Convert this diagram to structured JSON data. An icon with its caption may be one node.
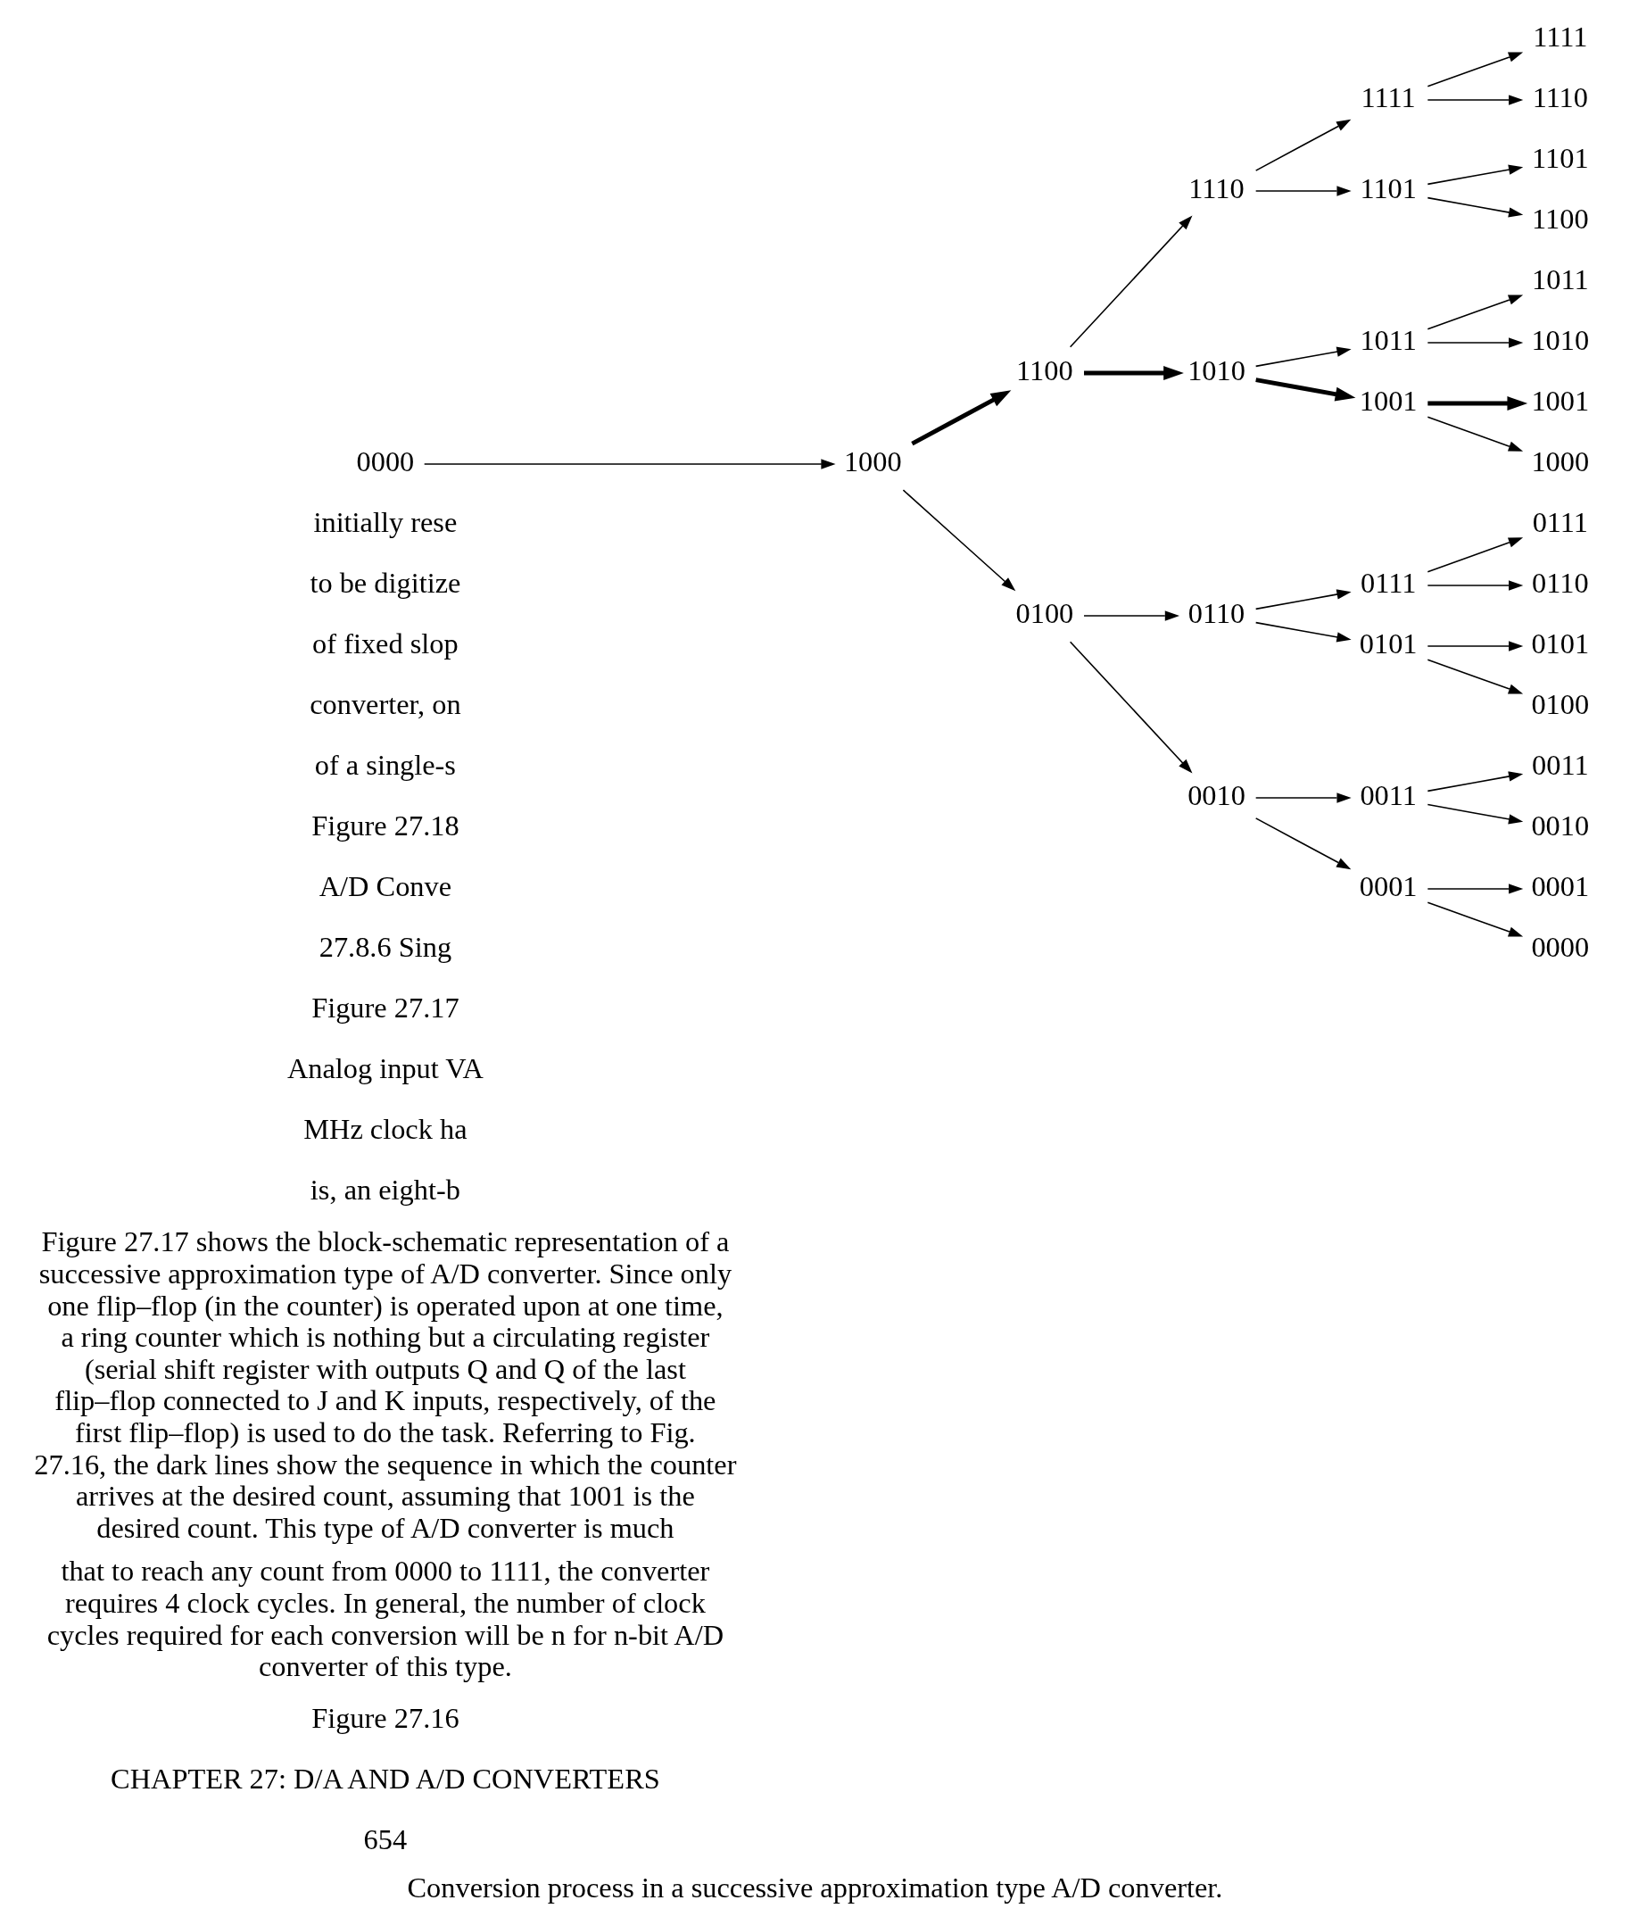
{
  "diagram": {
    "caption": "Conversion process in a successive approximation type A/D converter.",
    "nodes": [
      {
        "text": [
          "0000"
        ]
      },
      {
        "text": [
          "1000"
        ]
      },
      {
        "text": [
          "1100"
        ]
      },
      {
        "text": [
          "0100"
        ]
      },
      {
        "text": [
          "1110"
        ]
      },
      {
        "text": [
          "1010"
        ]
      },
      {
        "text": [
          "0110"
        ]
      },
      {
        "text": [
          "0010"
        ]
      },
      {
        "text": [
          "1111"
        ]
      },
      {
        "text": [
          "1101"
        ]
      },
      {
        "text": [
          "1011"
        ]
      },
      {
        "text": [
          "1001"
        ]
      },
      {
        "text": [
          "0111"
        ]
      },
      {
        "text": [
          "0101"
        ]
      },
      {
        "text": [
          "0011"
        ]
      },
      {
        "text": [
          "0001"
        ]
      },
      {
        "text": [
          "1111"
        ]
      },
      {
        "text": [
          "1110"
        ]
      },
      {
        "text": [
          "1101"
        ]
      },
      {
        "text": [
          "1100"
        ]
      },
      {
        "text": [
          "1011"
        ]
      },
      {
        "text": [
          "1010"
        ]
      },
      {
        "text": [
          "1001"
        ]
      },
      {
        "text": [
          "1000"
        ]
      },
      {
        "text": [
          "0111"
        ]
      },
      {
        "text": [
          "0110"
        ]
      },
      {
        "text": [
          "0101"
        ]
      },
      {
        "text": [
          "0100"
        ]
      },
      {
        "text": [
          "0011"
        ]
      },
      {
        "text": [
          "0010"
        ]
      },
      {
        "text": [
          "0001"
        ]
      },
      {
        "text": [
          "0000"
        ]
      }
    ],
    "edges": [
      {
        "from": 0,
        "to": 1,
        "arrow": "to"
      },
      {
        "from": 1,
        "to": 2,
        "arrow": "to",
        "style": "thick"
      },
      {
        "from": 1,
        "to": 3,
        "arrow": "to"
      },
      {
        "from": 2,
        "to": 4,
        "arrow": "to"
      },
      {
        "from": 2,
        "to": 5,
        "arrow": "to",
        "style": "thick"
      },
      {
        "from": 3,
        "to": 6,
        "arrow": "to"
      },
      {
        "from": 3,
        "to": 7,
        "arrow": "to"
      },
      {
        "from": 4,
        "to": 8,
        "arrow": "to"
      },
      {
        "from": 4,
        "to": 9,
        "arrow": "to"
      },
      {
        "from": 5,
        "to": 10,
        "arrow": "to"
      },
      {
        "from": 5,
        "to": 11,
        "arrow": "to",
        "style": "thick"
      },
      {
        "from": 6,
        "to": 12,
        "arrow": "to"
      },
      {
        "from": 6,
        "to": 13,
        "arrow": "to"
      },
      {
        "from": 7,
        "to": 14,
        "arrow": "to"
      },
      {
        "from": 7,
        "to": 15,
        "arrow": "to"
      },
      {
        "from": 8,
        "to": 16,
        "arrow": "to"
      },
      {
        "from": 8,
        "to": 17,
        "arrow": "to"
      },
      {
        "from": 9,
        "to": 18,
        "arrow": "to"
      },
      {
        "from": 9,
        "to": 19,
        "arrow": "to"
      },
      {
        "from": 10,
        "to": 20,
        "arrow": "to"
      },
      {
        "from": 10,
        "to": 21,
        "arrow": "to"
      },
      {
        "from": 11,
        "to": 22,
        "arrow": "to",
        "style": "thick"
      },
      {
        "from": 11,
        "to": 23,
        "arrow": "to"
      },
      {
        "from": 12,
        "to": 24,
        "arrow": "to"
      },
      {
        "from": 12,
        "to": 25,
        "arrow": "to"
      },
      {
        "from": 13,
        "to": 26,
        "arrow": "to"
      },
      {
        "from": 13,
        "to": 27,
        "arrow": "to"
      },
      {
        "from": 14,
        "to": 28,
        "arrow": "to"
      },
      {
        "from": 14,
        "to": 29,
        "arrow": "to"
      },
      {
        "from": 15,
        "to": 30,
        "arrow": "to"
      },
      {
        "from": 15,
        "to": 31,
        "arrow": "to"
      }
    ],
    "labels": [
      "654",
      "CHAPTER 27: D/A AND A/D CONVERTERS",
      "Figure 27.16",
      "that to reach any count from 0000 to 1111, the converter requires 4 clock cycles. In general, the number of clock cycles required for each conversion will be n for n-bit A/D converter of this type.",
      "Figure 27.17 shows the block-schematic representation of a successive approximation type of A/D converter. Since only one flip–flop (in the counter) is operated upon at one time, a ring counter which is nothing but a circulating register (serial shift register with outputs Q and Q of the last flip–flop connected to J and K inputs, respectively, of the first flip–flop) is used to do the task. Referring to Fig. 27.16, the dark lines show the sequence in which the counter arrives at the desired count, assuming that 1001 is the desired count. This type of A/D converter is much",
      "is, an eight-b",
      "MHz clock ha",
      "Analog input VA",
      "Figure 27.17",
      "27.8.6 Sing",
      "A/D Conve",
      "Figure 27.18",
      "of a single-s",
      "converter, on",
      "of fixed slop",
      "to be digitize",
      "initially rese"
    ]
  }
}
